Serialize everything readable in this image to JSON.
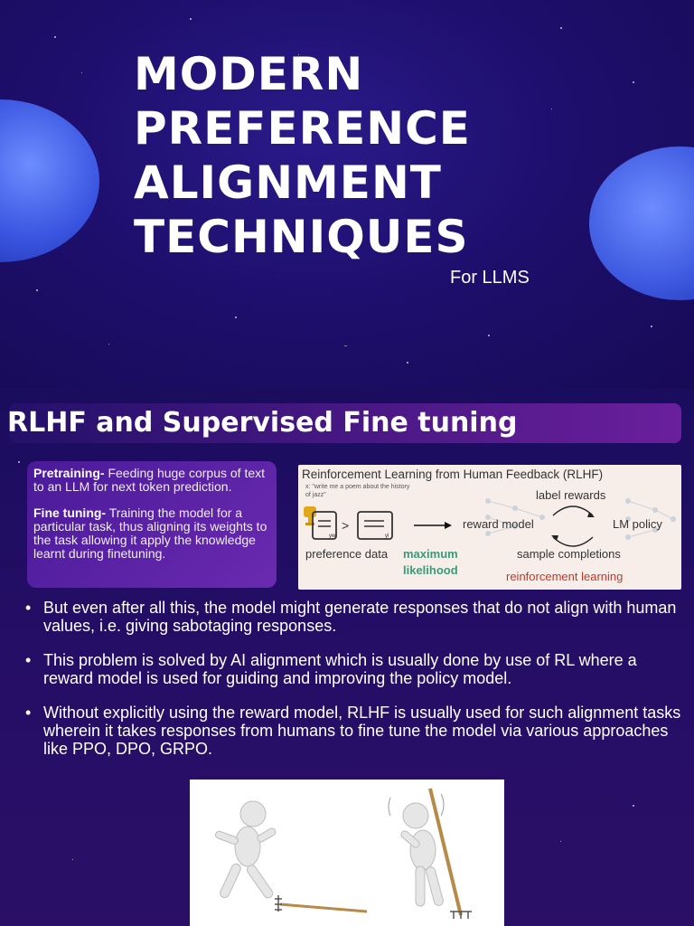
{
  "slide1": {
    "title": "MODERN PREFERENCE ALIGNMENT TECHNIQUES",
    "subtitle": "For LLMS"
  },
  "slide2": {
    "heading": "RLHF and Supervised Fine tuning",
    "definitions": [
      {
        "term": "Pretraining-",
        "text": " Feeding huge corpus of text to an LLM for next token prediction."
      },
      {
        "term": "Fine tuning-",
        "text": " Training the model for a particular task, thus aligning its weights to the task allowing it apply the knowledge learnt during finetuning."
      }
    ],
    "diagram": {
      "title": "Reinforcement Learning from Human Feedback (RLHF)",
      "prompt": "x: \"write me a poem about the history of jazz\"",
      "preference_data": "preference data",
      "maximum": "maximum",
      "likelihood": "likelihood",
      "reward_model": "reward model",
      "label_rewards": "label rewards",
      "lm_policy": "LM policy",
      "sample_completions": "sample completions",
      "reinforcement_learning": "reinforcement learning",
      "yw": "yw",
      "yl": "yl"
    },
    "bullets": [
      "But even after all this, the model might generate responses that do not align with human values, i.e. giving sabotaging responses.",
      "This problem is solved by AI alignment which is usually done by use of RL where a reward model is used for guiding and improving the policy model.",
      "Without explicitly using the reward model, RLHF is usually used  for such alignment tasks wherein it takes responses from humans to fine tune the model  via various approaches like PPO, DPO, GRPO."
    ]
  },
  "colors": {
    "background": "#1e0f6e",
    "planet": "#3a55e0",
    "heading_bar_end": "#6a1f9c",
    "green": "#3a9a7a",
    "red": "#c0392b"
  }
}
